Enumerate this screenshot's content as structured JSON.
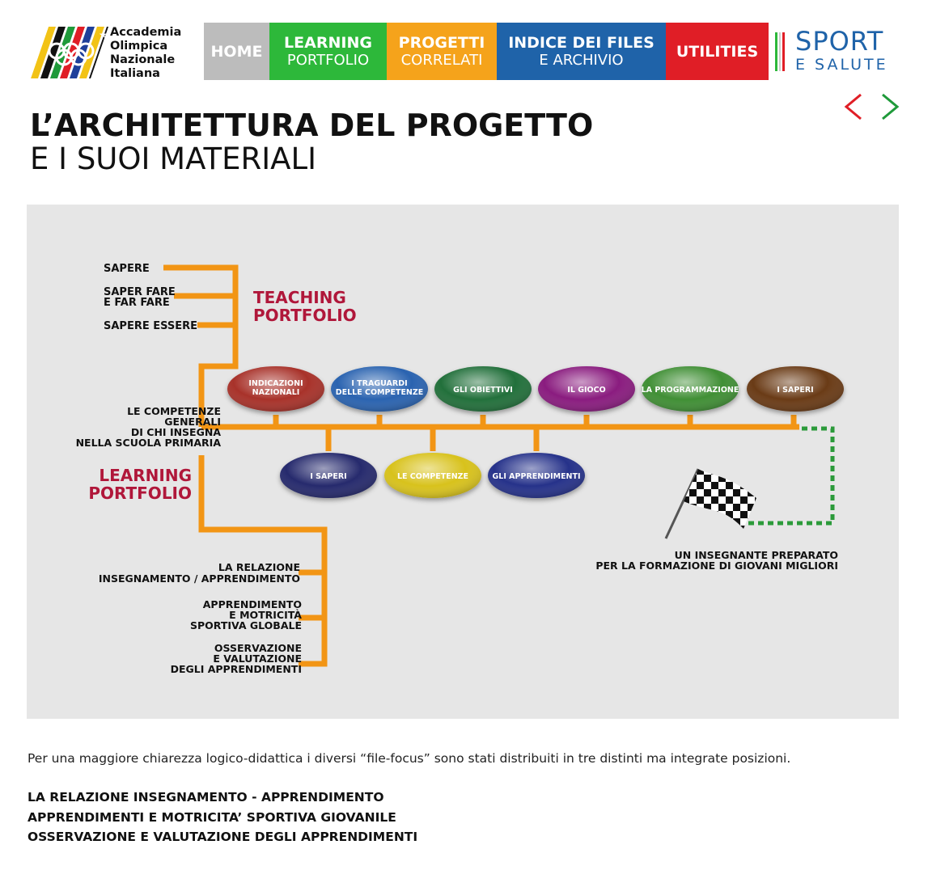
{
  "brand": {
    "logo_lines": [
      "Accademia",
      "Olimpica",
      "Nazionale",
      "Italiana"
    ],
    "partner_word1": "SPORT",
    "partner_word2": "E SALUTE"
  },
  "nav": [
    {
      "line1": "HOME",
      "line2": "",
      "color": "#bcbcbc"
    },
    {
      "line1": "LEARNING",
      "line2": "PORTFOLIO",
      "color": "#2db83a"
    },
    {
      "line1": "PROGETTI",
      "line2": "CORRELATI",
      "color": "#f5a31b"
    },
    {
      "line1": "INDICE DEI FILES",
      "line2": "E ARCHIVIO",
      "color": "#1f63a9"
    },
    {
      "line1": "UTILITIES",
      "line2": "",
      "color": "#e01e26"
    }
  ],
  "title": {
    "line1": "L’ARCHITETTURA DEL PROGETTO",
    "line2": "E I SUOI MATERIALI"
  },
  "diagram": {
    "teaching_items": [
      "SAPERE",
      "SAPER FARE",
      "E FAR FARE",
      "SAPERE ESSERE"
    ],
    "teaching_label": [
      "TEACHING",
      "PORTFOLIO"
    ],
    "center_label": [
      "LE COMPETENZE",
      "GENERALI",
      "DI CHI INSEGNA",
      "NELLA SCUOLA PRIMARIA"
    ],
    "learning_label": [
      "LEARNING",
      "PORTFOLIO"
    ],
    "learning_items": [
      [
        "LA RELAZIONE",
        "INSEGNAMENTO / APPRENDIMENTO"
      ],
      [
        "APPRENDIMENTO",
        "E MOTRICITÀ",
        "SPORTIVA GLOBALE"
      ],
      [
        "OSSERVAZIONE",
        "E VALUTAZIONE",
        "DEGLI APPRENDIMENTI"
      ]
    ],
    "top_ovals": [
      {
        "lines": [
          "INDICAZIONI",
          "NAZIONALI"
        ],
        "color": "#a8322c"
      },
      {
        "lines": [
          "I TRAGUARDI",
          "DELLE COMPETENZE"
        ],
        "color": "#2a64b0"
      },
      {
        "lines": [
          "GLI OBIETTIVI"
        ],
        "color": "#24703a"
      },
      {
        "lines": [
          "IL GIOCO"
        ],
        "color": "#8a1f7f"
      },
      {
        "lines": [
          "LA PROGRAMMAZIONE"
        ],
        "color": "#3f8f36"
      },
      {
        "lines": [
          "I SAPERI"
        ],
        "color": "#6b3a17"
      }
    ],
    "bottom_ovals": [
      {
        "lines": [
          "I SAPERI"
        ],
        "color": "#272a6d"
      },
      {
        "lines": [
          "LE COMPETENZE"
        ],
        "color": "#d8c21c"
      },
      {
        "lines": [
          "GLI APPRENDIMENTI"
        ],
        "color": "#27338a"
      }
    ],
    "goal_label": [
      "UN INSEGNANTE PREPARATO",
      "PER LA FORMAZIONE DI GIOVANI MIGLIORI"
    ],
    "colors": {
      "branch": "#f29515",
      "accent_red": "#b0173a",
      "path_green": "#2b9a3a",
      "background": "#e6e6e6"
    }
  },
  "body": {
    "intro": "Per una maggiore chiarezza logico-didattica i diversi “file-focus” sono stati distribuiti in tre distinti ma integrate posizioni.",
    "bold_lines": [
      "LA RELAZIONE INSEGNAMENTO - APPRENDIMENTO",
      "APPRENDIMENTI E MOTRICITA’ SPORTIVA GIOVANILE",
      "OSSERVAZIONE E VALUTAZIONE DEGLI APPRENDIMENTI"
    ]
  },
  "icons": {
    "logo": "olympic-rings-icon",
    "prev": "chevron-left-icon",
    "next": "chevron-right-icon",
    "finish": "checkered-flag-icon"
  }
}
